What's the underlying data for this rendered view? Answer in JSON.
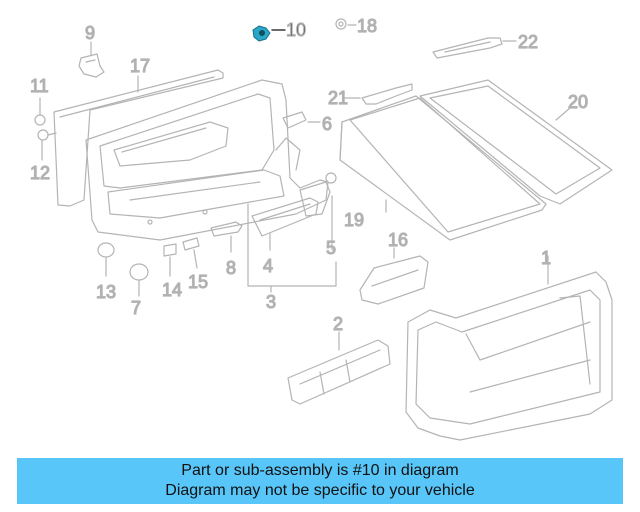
{
  "diagram": {
    "highlighted_part": "10",
    "callouts": {
      "p1": "1",
      "p2": "2",
      "p3": "3",
      "p4": "4",
      "p5": "5",
      "p6": "6",
      "p7": "7",
      "p8": "8",
      "p9": "9",
      "p10": "10",
      "p11": "11",
      "p12": "12",
      "p13": "13",
      "p14": "14",
      "p15": "15",
      "p16": "16",
      "p17": "17",
      "p18": "18",
      "p19": "19",
      "p20": "20",
      "p21": "21",
      "p22": "22"
    },
    "colors": {
      "line": "#b4b4b4",
      "label": "#a9a9a9",
      "highlight": "#1a8fb0"
    }
  },
  "banner": {
    "line1": "Part or sub-assembly is #10 in diagram",
    "line2": "Diagram may not be specific to your vehicle",
    "background": "#58c6f8"
  }
}
